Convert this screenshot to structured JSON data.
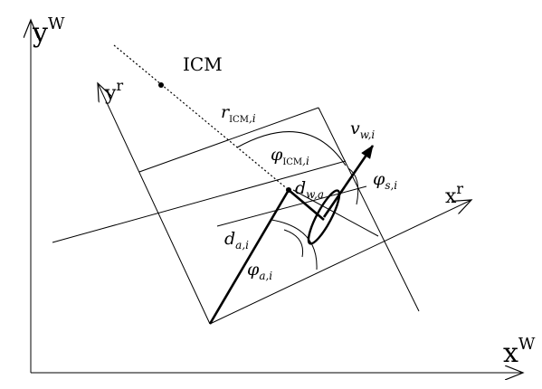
{
  "labels": {
    "yw_base": "y",
    "yw_sup": "W",
    "xw_base": "x",
    "xw_sup": "W",
    "yr_base": "y",
    "yr_sup": "r",
    "xr_base": "x",
    "xr_sup": "r",
    "icm": "ICM",
    "r_base": "r",
    "r_sub_sc": "ICM",
    "r_sub_rest": ",i",
    "phi_base": "φ",
    "phi_sub_sc": "ICM",
    "phi_sub_rest": ",i",
    "v_base": "v",
    "v_sub": "w,i",
    "vs_base": "φ",
    "vs_sub": "s,i",
    "dwa_base": "d",
    "dwa_sub": "w,a",
    "dai_base": "d",
    "dai_sub": "a,i",
    "va_base": "φ",
    "va_sub": "a,i"
  }
}
